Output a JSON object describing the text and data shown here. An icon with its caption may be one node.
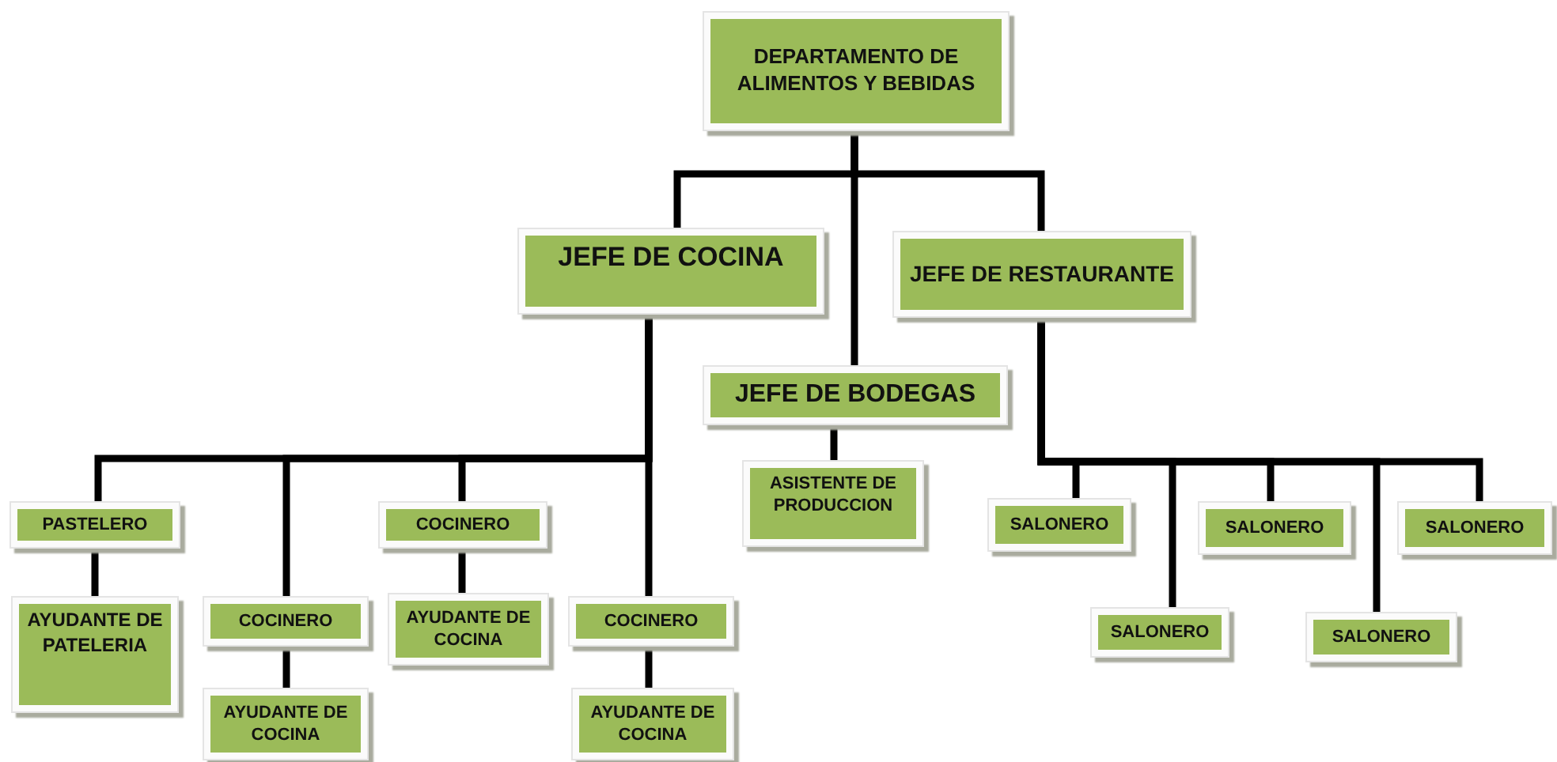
{
  "diagram": {
    "nodes": [
      {
        "text": [
          "DEPARTAMENTO DE ALIMENTOS Y BEBIDAS"
        ]
      },
      {
        "text": [
          "JEFE DE COCINA"
        ]
      },
      {
        "text": [
          "JEFE DE RESTAURANTE"
        ]
      },
      {
        "text": [
          "JEFE DE BODEGAS"
        ]
      },
      {
        "text": [
          "ASISTENTE DE PRODUCCION"
        ]
      },
      {
        "text": [
          "PASTELERO"
        ]
      },
      {
        "text": [
          "AYUDANTE DE PATELERIA"
        ]
      },
      {
        "text": [
          "COCINERO"
        ]
      },
      {
        "text": [
          "AYUDANTE DE COCINA"
        ]
      },
      {
        "text": [
          "COCINERO"
        ]
      },
      {
        "text": [
          "AYUDANTE DE COCINA"
        ]
      },
      {
        "text": [
          "COCINERO"
        ]
      },
      {
        "text": [
          "AYUDANTE DE COCINA"
        ]
      },
      {
        "text": [
          "SALONERO"
        ]
      },
      {
        "text": [
          "SALONERO"
        ]
      },
      {
        "text": [
          "SALONERO"
        ]
      },
      {
        "text": [
          "SALONERO"
        ]
      },
      {
        "text": [
          "SALONERO"
        ]
      }
    ],
    "edges": [
      {
        "from": 0,
        "to": 1,
        "arrow": "none"
      },
      {
        "from": 0,
        "to": 3,
        "arrow": "none"
      },
      {
        "from": 0,
        "to": 2,
        "arrow": "none"
      },
      {
        "from": 3,
        "to": 4,
        "arrow": "none"
      },
      {
        "from": 1,
        "to": 5,
        "arrow": "none"
      },
      {
        "from": 1,
        "to": 7,
        "arrow": "none"
      },
      {
        "from": 1,
        "to": 9,
        "arrow": "none"
      },
      {
        "from": 1,
        "to": 11,
        "arrow": "none"
      },
      {
        "from": 5,
        "to": 6,
        "arrow": "none"
      },
      {
        "from": 7,
        "to": 8,
        "arrow": "none"
      },
      {
        "from": 9,
        "to": 10,
        "arrow": "none"
      },
      {
        "from": 11,
        "to": 12,
        "arrow": "none"
      },
      {
        "from": 2,
        "to": 13,
        "arrow": "none"
      },
      {
        "from": 2,
        "to": 14,
        "arrow": "none"
      },
      {
        "from": 2,
        "to": 15,
        "arrow": "none"
      },
      {
        "from": 2,
        "to": 16,
        "arrow": "none"
      },
      {
        "from": 2,
        "to": 17,
        "arrow": "none"
      }
    ]
  }
}
